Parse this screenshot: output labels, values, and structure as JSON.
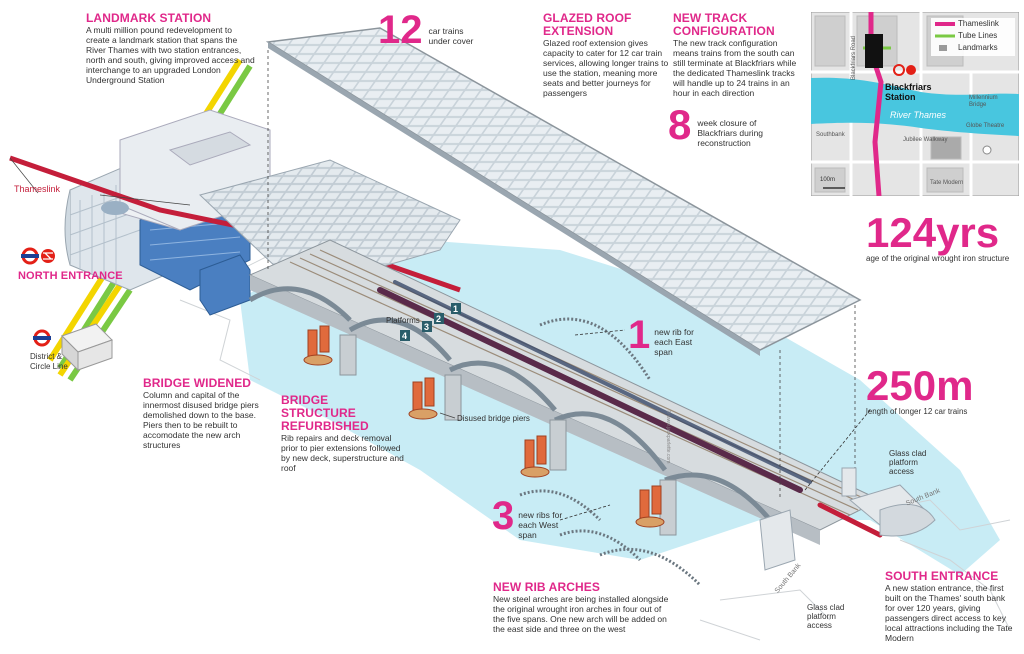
{
  "landmark": {
    "title": "LANDMARK STATION",
    "body": "A multi million pound redevelopment to create a landmark station that spans the River Thames with two station entrances, north and south, giving improved access and interchange to an upgraded London Underground Station"
  },
  "twelve": {
    "number": "12",
    "text": "car trains under cover"
  },
  "glazed": {
    "title": "GLAZED ROOF EXTENSION",
    "body": "Glazed roof extension gives capacity to cater for 12 car train services, allowing longer trains to use the station, meaning more seats and better journeys for passengers"
  },
  "track": {
    "title": "NEW TRACK CONFIGURATION",
    "body": "The new track configuration means trains from the south can still terminate at Blackfriars while the dedicated Thameslink tracks will handle up to 24 trains in an hour in each direction"
  },
  "eight": {
    "number": "8",
    "text": "week closure of Blackfriars during reconstruction"
  },
  "map": {
    "legend": {
      "thameslink": "Thameslink",
      "tube": "Tube Lines",
      "landmarks": "Landmarks"
    },
    "station": "Blackfriars Station",
    "river": "River Thames",
    "labels": {
      "blackfriars_road": "Blackfriars Road",
      "southbank": "Southbank",
      "jubilee": "Jubilee Walkway",
      "millennium": "Millennium Bridge",
      "globe": "Globe Theatre",
      "tate": "Tate Modern",
      "scale": "100m"
    },
    "colors": {
      "thameslink": "#e0288a",
      "tube": "#7ac943",
      "river": "#48c6df",
      "landmarks": "#9a9a9a"
    }
  },
  "years": {
    "number": "124yrs",
    "text": "age of the original wrought iron structure"
  },
  "length": {
    "number": "250m",
    "text": "length of longer 12 car trains"
  },
  "thameslink_label": "Thameslink",
  "north_entrance": "NORTH ENTRANCE",
  "district": "District & Circle Line",
  "platforms": {
    "label": "Platforms",
    "numbers": [
      "1",
      "2",
      "3",
      "4"
    ]
  },
  "one": {
    "number": "1",
    "text": "new rib for each East span"
  },
  "three": {
    "number": "3",
    "text": "new ribs for each West span"
  },
  "widened": {
    "title": "BRIDGE WIDENED",
    "body": "Column and capital of the innermost disused bridge piers demolished down to the base. Piers then to be rebuilt to accomodate the new arch structures"
  },
  "structure": {
    "title": "BRIDGE STRUCTURE REFURBISHED",
    "body": "Rib repairs and deck removal prior to pier extensions followed by new deck, superstructure and roof"
  },
  "disused_piers": "Disused bridge piers",
  "rib": {
    "title": "NEW RIB ARCHES",
    "body": "New steel arches are being installed alongside the original wrought iron arches in four out of the five spans. One new arch will be added on the east side and three on the west"
  },
  "glass_upper": "Glass clad platform access",
  "glass_lower": "Glass clad platform access",
  "south_bank_road": "South Bank",
  "south_bank_road2": "South Bank",
  "south": {
    "title": "SOUTH ENTRANCE",
    "body": "A new station entrance, the first built on the Thames' south bank for over 120 years, giving passengers direct access to key local attractions including the Tate Modern"
  },
  "credit": "© www.jackparlette.com"
}
